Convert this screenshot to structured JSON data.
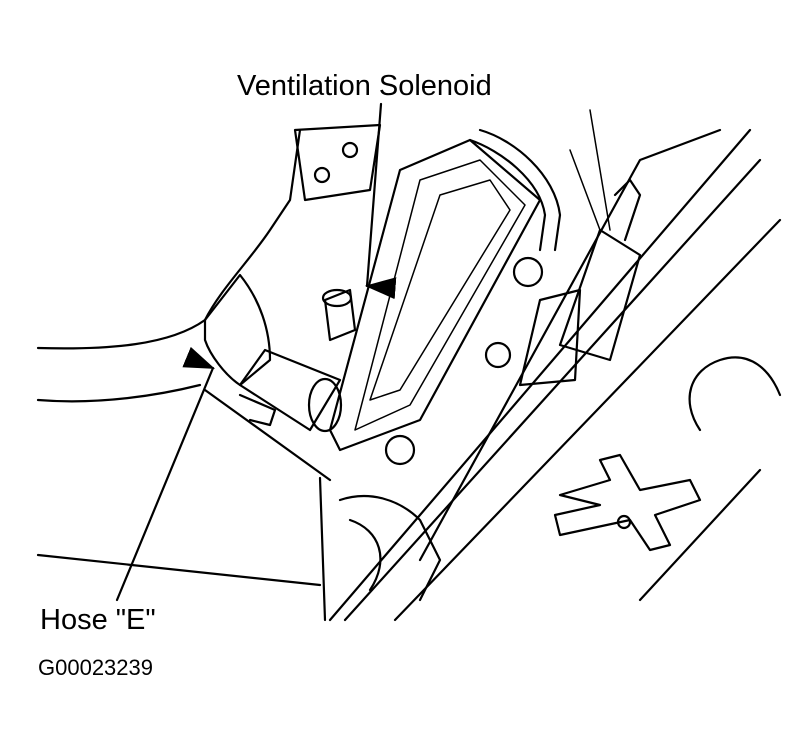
{
  "callouts": {
    "ventilation_solenoid": "Ventilation Solenoid",
    "hose_e": "Hose \"E\""
  },
  "figure_id": "G00023239"
}
